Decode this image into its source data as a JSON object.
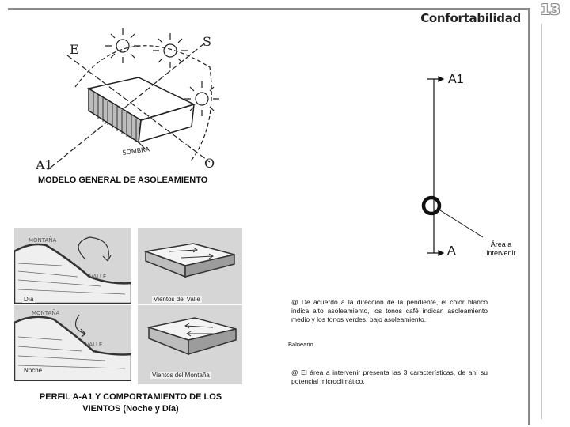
{
  "header": {
    "title": "Confortabilidad",
    "page_number": "13"
  },
  "sketch": {
    "caption": "MODELO GENERAL DE ASOLEAMIENTO",
    "annotations": {
      "east": "E",
      "south": "S",
      "west": "O",
      "a1": "A1",
      "shadow": "SOMBRA"
    }
  },
  "profiles": {
    "caption": "PERFIL A-A1 Y COMPORTAMIENTO DE LOS VIENTOS (Noche y Día)",
    "day_label": "Día",
    "night_label": "Noche",
    "valley_wind_label": "Vientos del Valle",
    "mountain_wind_label": "Vientos del Montaña",
    "sketch_words": {
      "mountain": "MONTAÑA",
      "valley": "VALLE"
    }
  },
  "section": {
    "top_label": "A1",
    "bottom_label": "A",
    "area_label": "Área a intervenir"
  },
  "notes": [
    "@ De acuerdo a la dirección de la pendiente, el color blanco indica alto asoleamiento, los tonos café indican asoleamiento medio y los tonos verdes, bajo asoleamiento.",
    "@ El área a intervenir presenta las 3 características, de ahí su potencial microclimático."
  ],
  "balneario_label": "Balneario",
  "colors": {
    "frame": "#8a8a8a",
    "photo_bg": "#d6d6d6",
    "ink": "#222222"
  }
}
